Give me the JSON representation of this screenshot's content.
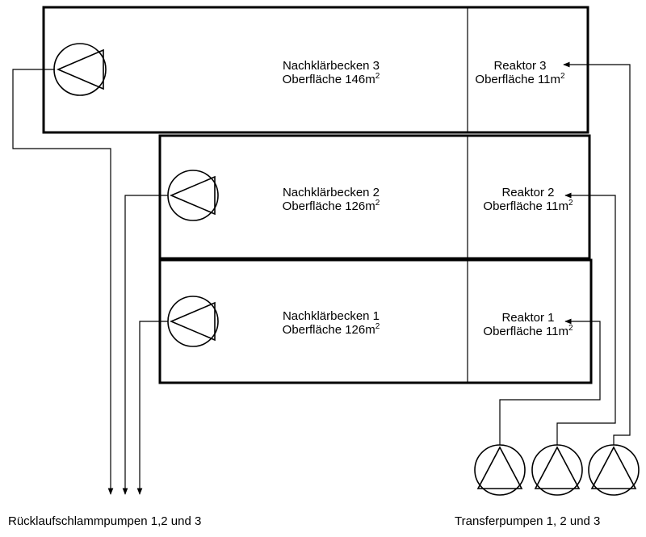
{
  "tanks": [
    {
      "name": "Nachklärbecken 3",
      "area_prefix": "Oberfläche 146m",
      "area_exp": "2"
    },
    {
      "name": "Nachklärbecken 2",
      "area_prefix": "Oberfläche 126m",
      "area_exp": "2"
    },
    {
      "name": "Nachklärbecken 1",
      "area_prefix": "Oberfläche 126m",
      "area_exp": "2"
    }
  ],
  "reactors": [
    {
      "name": "Reaktor 3",
      "area_prefix": "Oberfläche 11m",
      "area_exp": "2"
    },
    {
      "name": "Reaktor 2",
      "area_prefix": "Oberfläche 11m",
      "area_exp": "2"
    },
    {
      "name": "Reaktor 1",
      "area_prefix": "Oberfläche 11m",
      "area_exp": "2"
    }
  ],
  "captions": {
    "return_sludge_pumps": "Rücklaufschlammpumpen 1,2 und 3",
    "transfer_pumps": "Transferpumpen 1, 2 und 3"
  },
  "colors": {
    "line": "#000000",
    "background": "#ffffff"
  }
}
